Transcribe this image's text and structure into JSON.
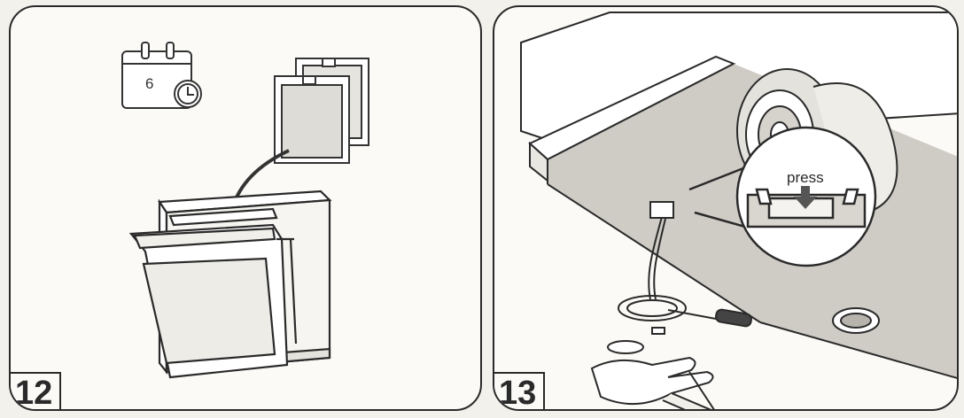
{
  "steps": [
    {
      "number": "12",
      "calendar_value": "6",
      "icons": [
        "calendar-icon",
        "clock-icon"
      ]
    },
    {
      "number": "13",
      "callout_label": "press",
      "icons": [
        "screwdriver-icon",
        "glove-hand-icon",
        "arrow-down-icon"
      ]
    }
  ],
  "colors": {
    "outline": "#2a2a2a",
    "panel_bg": "#fbfaf7",
    "shade": "#c9c7c2"
  }
}
